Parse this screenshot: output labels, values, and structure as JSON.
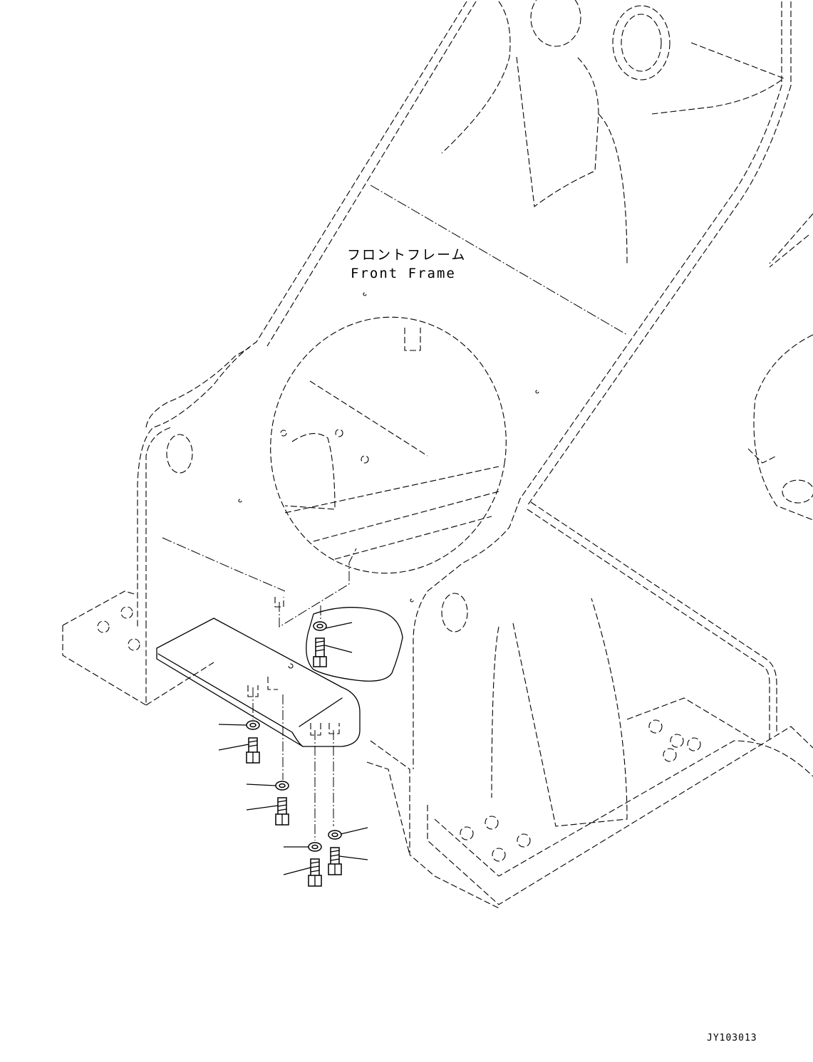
{
  "labels": {
    "front_frame_jp": "フロントフレーム",
    "front_frame_en": "Front Frame",
    "drawing_code": "JY103013"
  },
  "icons": [
    "washer-icon",
    "bolt-icon"
  ]
}
